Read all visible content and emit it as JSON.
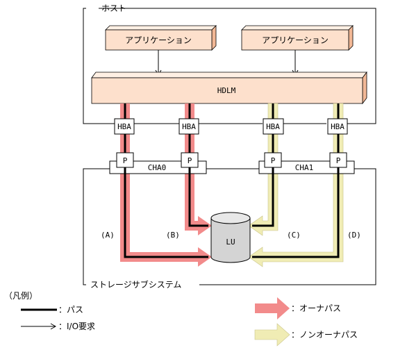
{
  "host": {
    "label": "ホスト"
  },
  "applications": [
    "アプリケーション",
    "アプリケーション"
  ],
  "hdlm": {
    "label": "HDLM"
  },
  "hba": [
    "HBA",
    "HBA",
    "HBA",
    "HBA"
  ],
  "ports": [
    "P",
    "P",
    "P",
    "P"
  ],
  "channels": [
    "CHA0",
    "CHA1"
  ],
  "lu": {
    "label": "LU"
  },
  "path_ids": [
    "(A)",
    "(B)",
    "(C)",
    "(D)"
  ],
  "storage": {
    "label": "ストレージサブシステム"
  },
  "legend": {
    "title": "（凡例）",
    "path": "：パス",
    "io": "：I/O要求",
    "owner": "：オーナパス",
    "non_owner": "：ノンオーナパス"
  },
  "colors": {
    "box_fill": "#fde0cc",
    "box_side": "#f2b896",
    "box_top": "#fff0e4",
    "owner_path": "#f28b8b",
    "non_owner_path": "#f0ecb4"
  }
}
